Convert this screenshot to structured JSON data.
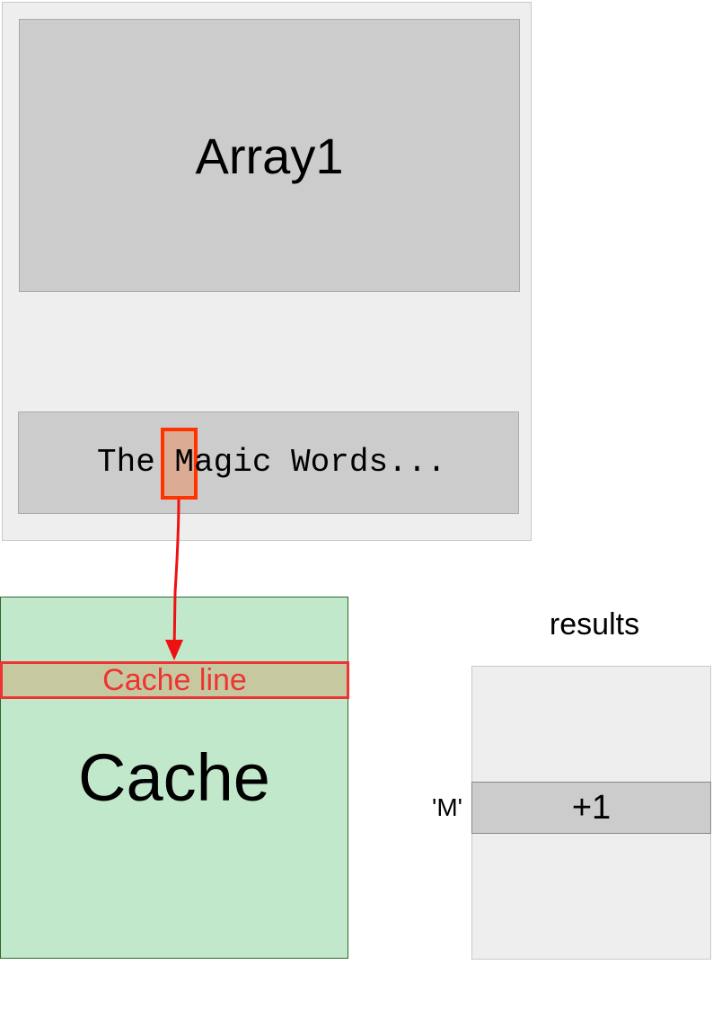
{
  "memory": {
    "array_label": "Array1",
    "string_text": "The Magic Words...",
    "highlighted_char": "M"
  },
  "cache": {
    "line_label": "Cache line",
    "label": "Cache"
  },
  "results": {
    "title": "results",
    "key_label": "'M'",
    "value_label": "+1"
  },
  "colors": {
    "highlight_stroke": "#ff3300",
    "arrow": "#ee1111",
    "cache_fill": "#c2e8cc",
    "cache_line_text": "#ee3333"
  }
}
